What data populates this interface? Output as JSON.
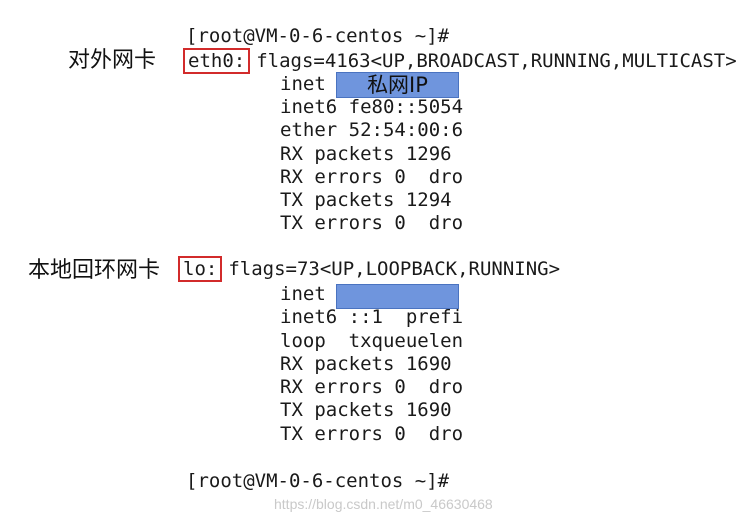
{
  "prompt_top": "[root@VM-0-6-centos ~]#",
  "prompt_bottom": "[root@VM-0-6-centos ~]#",
  "eth0": {
    "annotation": "对外网卡",
    "iface": "eth0:",
    "flags": "flags=4163<UP,BROADCAST,RUNNING,MULTICAST>",
    "inet_label": "inet",
    "inet_mask_label": "私网IP",
    "inet6": "inet6 fe80::5054",
    "ether": "ether 52:54:00:6",
    "rx_packets": "RX packets 1296",
    "rx_errors": "RX errors 0  dro",
    "tx_packets": "TX packets 1294",
    "tx_errors": "TX errors 0  dro"
  },
  "lo": {
    "annotation": "本地回环网卡",
    "iface": "lo:",
    "flags": "flags=73<UP,LOOPBACK,RUNNING>",
    "inet_label": "inet",
    "inet6": "inet6 ::1  prefi",
    "loop": "loop  txqueuelen",
    "rx_packets": "RX packets 1690",
    "rx_errors": "RX errors 0  dro",
    "tx_packets": "TX packets 1690",
    "tx_errors": "TX errors 0  dro"
  },
  "colors": {
    "annotation_box": "#d22b2b",
    "redaction_fill": "#6f95dd"
  },
  "watermark": "https://blog.csdn.net/m0_46630468"
}
